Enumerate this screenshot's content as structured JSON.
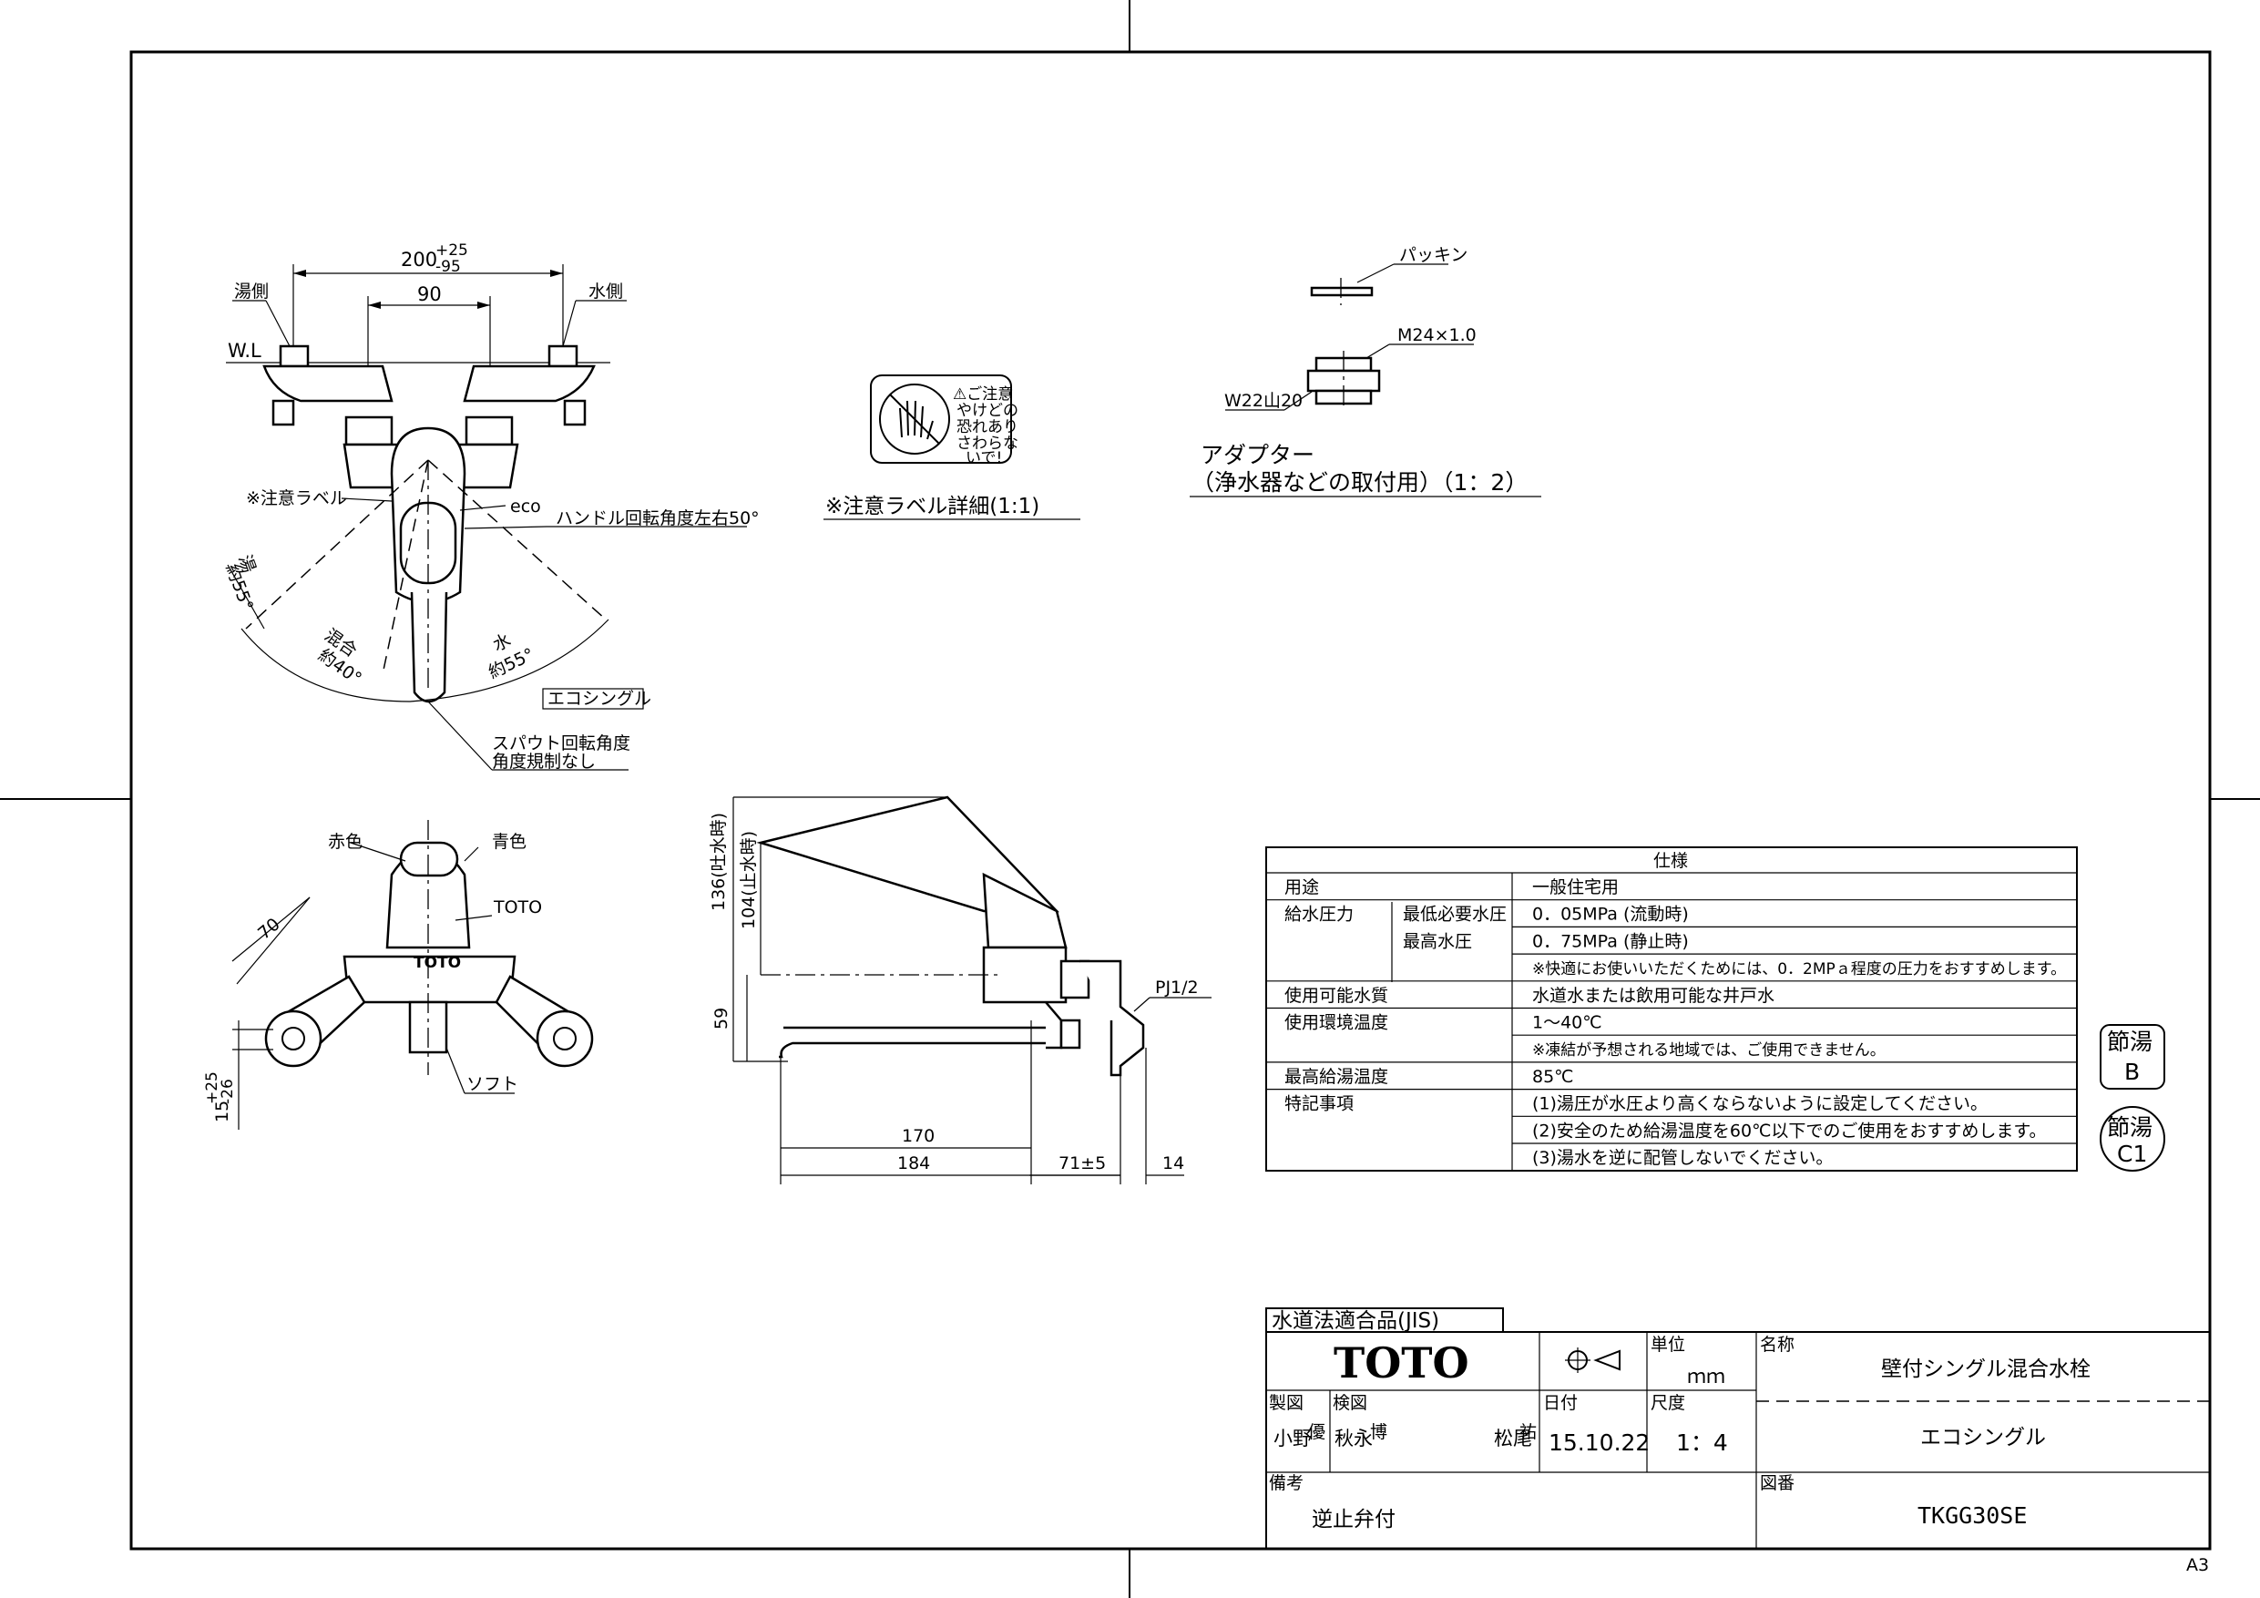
{
  "sheet_size": "A3",
  "front_view": {
    "dim_overall": "200",
    "dim_tol_upper": "+25",
    "dim_tol_lower": "-95",
    "dim_center": "90",
    "label_hot_side": "湯側",
    "label_cold_side": "水側",
    "label_wl": "W.L",
    "label_caution": "※注意ラベル",
    "label_eco": "eco",
    "label_handle_angle": "ハンドル回転角度左右50°",
    "angle_hot_a": "湯",
    "angle_hot_b": "約55°",
    "angle_mix_a": "混合",
    "angle_mix_b": "約40°",
    "angle_cold_a": "水",
    "angle_cold_b": "約55°",
    "label_series_box": "エコシングル",
    "label_spout_1": "スパウト回転角度",
    "label_spout_2": "角度規制なし"
  },
  "caution_label": {
    "caption": "※注意ラベル詳細(1:1)",
    "lines": [
      "⚠ご注意",
      "やけどの",
      "恐れあり",
      "さわらな",
      "いで!"
    ]
  },
  "adapter": {
    "label_packing": "パッキン",
    "label_thread": "M24×1.0",
    "label_w22": "W22山20",
    "title": "アダプター",
    "subtitle": "（浄水器などの取付用）（1：2）"
  },
  "top_view": {
    "label_red": "赤色",
    "label_blue": "青色",
    "label_toto": "TOTO",
    "label_soft": "ソフト",
    "dim_70": "70",
    "dim_15": "15",
    "dim_15_tol_upper": "+25",
    "dim_15_tol_lower": "-26",
    "toto_stamp": "TOTO"
  },
  "side_view": {
    "dim_136": "136(吐水時)",
    "dim_104": "104(止水時)",
    "dim_59": "59",
    "label_pj": "PJ1/2",
    "dim_170": "170",
    "dim_184": "184",
    "dim_71": "71±5",
    "dim_14": "14"
  },
  "spec_table": {
    "title": "仕様",
    "rows": [
      {
        "c1": "用途",
        "c2": "",
        "c3": "一般住宅用"
      },
      {
        "c1": "給水圧力",
        "c2": "最低必要水圧",
        "c3": "0．05MPa (流動時)"
      },
      {
        "c1": "",
        "c2": "最高水圧",
        "c3": "0．75MPa (静止時)"
      },
      {
        "c1": "",
        "c2": "",
        "c3": "※快適にお使いいただくためには、0．2MPａ程度の圧力をおすすめします。"
      },
      {
        "c1": "使用可能水質",
        "c2": "",
        "c3": "水道水または飲用可能な井戸水"
      },
      {
        "c1": "使用環境温度",
        "c2": "",
        "c3": "1～40℃"
      },
      {
        "c1": "",
        "c2": "",
        "c3": "※凍結が予想される地域では、ご使用できません。"
      },
      {
        "c1": "最高給湯温度",
        "c2": "",
        "c3": "85℃"
      },
      {
        "c1": "特記事項",
        "c2": "",
        "c3": "(1)湯圧が水圧より高くならないように設定してください。"
      },
      {
        "c1": "",
        "c2": "",
        "c3": "(2)安全のため給湯温度を60℃以下でのご使用をおすすめします。"
      },
      {
        "c1": "",
        "c2": "",
        "c3": "(3)湯水を逆に配管しないでください。"
      }
    ]
  },
  "badges": {
    "b1_top": "節湯",
    "b1_bottom": "B",
    "b2_top": "節湯",
    "b2_bottom": "C1"
  },
  "title_block": {
    "jis_label": "水道法適合品(JIS)",
    "brand": "TOTO",
    "unit_label": "単位",
    "unit_value": "ｍｍ",
    "name_label": "名称",
    "name_value": "壁付シングル混合水栓",
    "series_value": "エコシングル",
    "drawn_label": "製図",
    "drawn_value_1": "小野",
    "drawn_seal": "優",
    "checked_label": "検図",
    "checked_value_1": "秋永",
    "checked_seal": "博",
    "approved_value": "松尾",
    "approved_seal": "祐",
    "date_label": "日付",
    "date_value": "15.10.22",
    "scale_label": "尺度",
    "scale_value": "1：4",
    "remarks_label": "備考",
    "remarks_value": "逆止弁付",
    "drawing_no_label": "図番",
    "drawing_no_value": "TKGG30SE"
  }
}
